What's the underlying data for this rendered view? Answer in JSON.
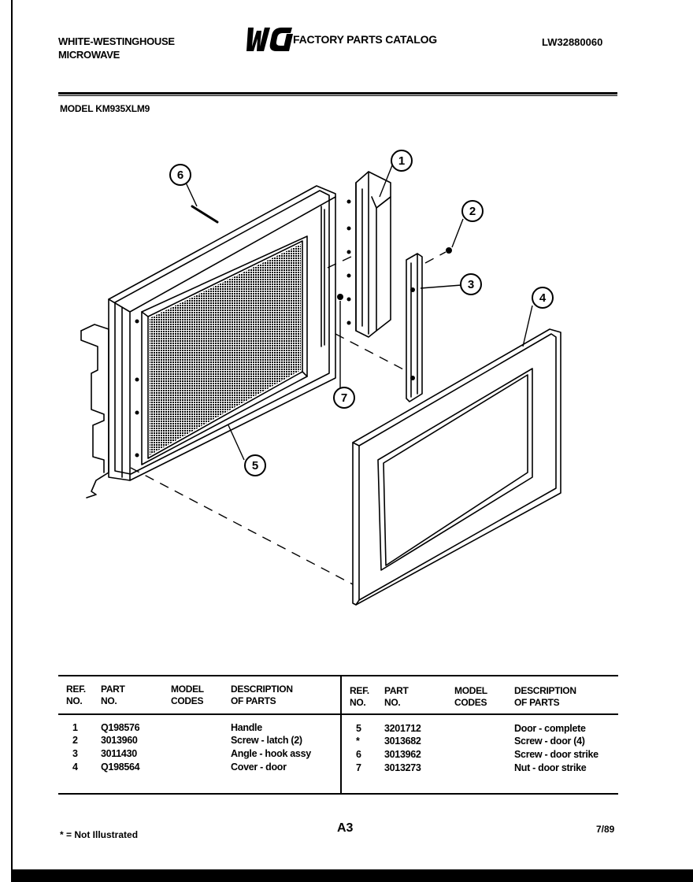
{
  "header": {
    "maker_line1": "WHITE-WESTINGHOUSE",
    "maker_line2": "MICROWAVE",
    "logo_text": "WCI",
    "catalog_title": "FACTORY PARTS CATALOG",
    "publication_number": "LW32880060",
    "model_label": "MODEL KM935XLM9"
  },
  "diagram": {
    "callouts": [
      "1",
      "2",
      "3",
      "4",
      "5",
      "6",
      "7"
    ]
  },
  "table": {
    "headers": {
      "ref_no": [
        "REF.",
        "NO."
      ],
      "part_no": [
        "PART",
        "NO."
      ],
      "model_codes": [
        "MODEL",
        "CODES"
      ],
      "description": [
        "DESCRIPTION",
        "OF PARTS"
      ]
    },
    "left_rows": [
      {
        "ref": "1",
        "part": "Q198576",
        "codes": "",
        "desc": "Handle"
      },
      {
        "ref": "2",
        "part": "3013960",
        "codes": "",
        "desc": "Screw - latch (2)"
      },
      {
        "ref": "3",
        "part": "3011430",
        "codes": "",
        "desc": "Angle - hook assy"
      },
      {
        "ref": "4",
        "part": "Q198564",
        "codes": "",
        "desc": "Cover - door"
      }
    ],
    "right_rows": [
      {
        "ref": "5",
        "part": "3201712",
        "codes": "",
        "desc": "Door - complete"
      },
      {
        "ref": "*",
        "part": "3013682",
        "codes": "",
        "desc": "Screw - door (4)"
      },
      {
        "ref": "6",
        "part": "3013962",
        "codes": "",
        "desc": "Screw - door strike"
      },
      {
        "ref": "7",
        "part": "3013273",
        "codes": "",
        "desc": "Nut - door strike"
      }
    ]
  },
  "footer": {
    "note": "* = Not Illustrated",
    "page": "A3",
    "date": "7/89"
  }
}
